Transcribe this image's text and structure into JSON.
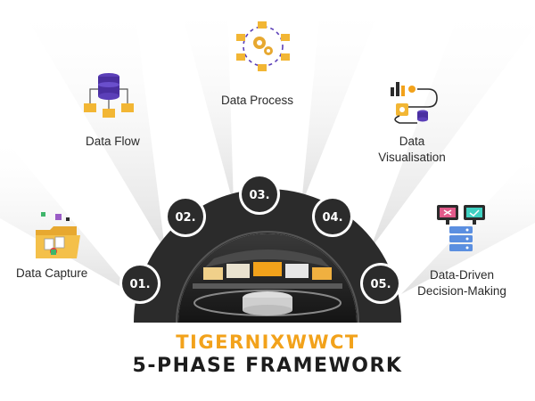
{
  "phases": [
    {
      "number": "01.",
      "label": "Data Capture",
      "icon": "folder-icon"
    },
    {
      "number": "02.",
      "label": "Data Flow",
      "icon": "database-icon"
    },
    {
      "number": "03.",
      "label": "Data Process",
      "icon": "process-cycle-icon"
    },
    {
      "number": "04.",
      "label": "Data Visualisation",
      "icon": "visualisation-icon"
    },
    {
      "number": "05.",
      "label": "Data-Driven Decision-Making",
      "icon": "monitor-server-icon"
    }
  ],
  "label_lines": {
    "visualisation_1": "Data",
    "visualisation_2": "Visualisation",
    "decision_1": "Data-Driven",
    "decision_2": "Decision-Making"
  },
  "title": {
    "line1": "TIGERNIXWWCT",
    "line2": "5-PHASE FRAMEWORK"
  },
  "colors": {
    "accent": "#f2a21b",
    "dark": "#2b2b2b",
    "ray": "#e9e9e9",
    "text": "#2a2a2a"
  }
}
